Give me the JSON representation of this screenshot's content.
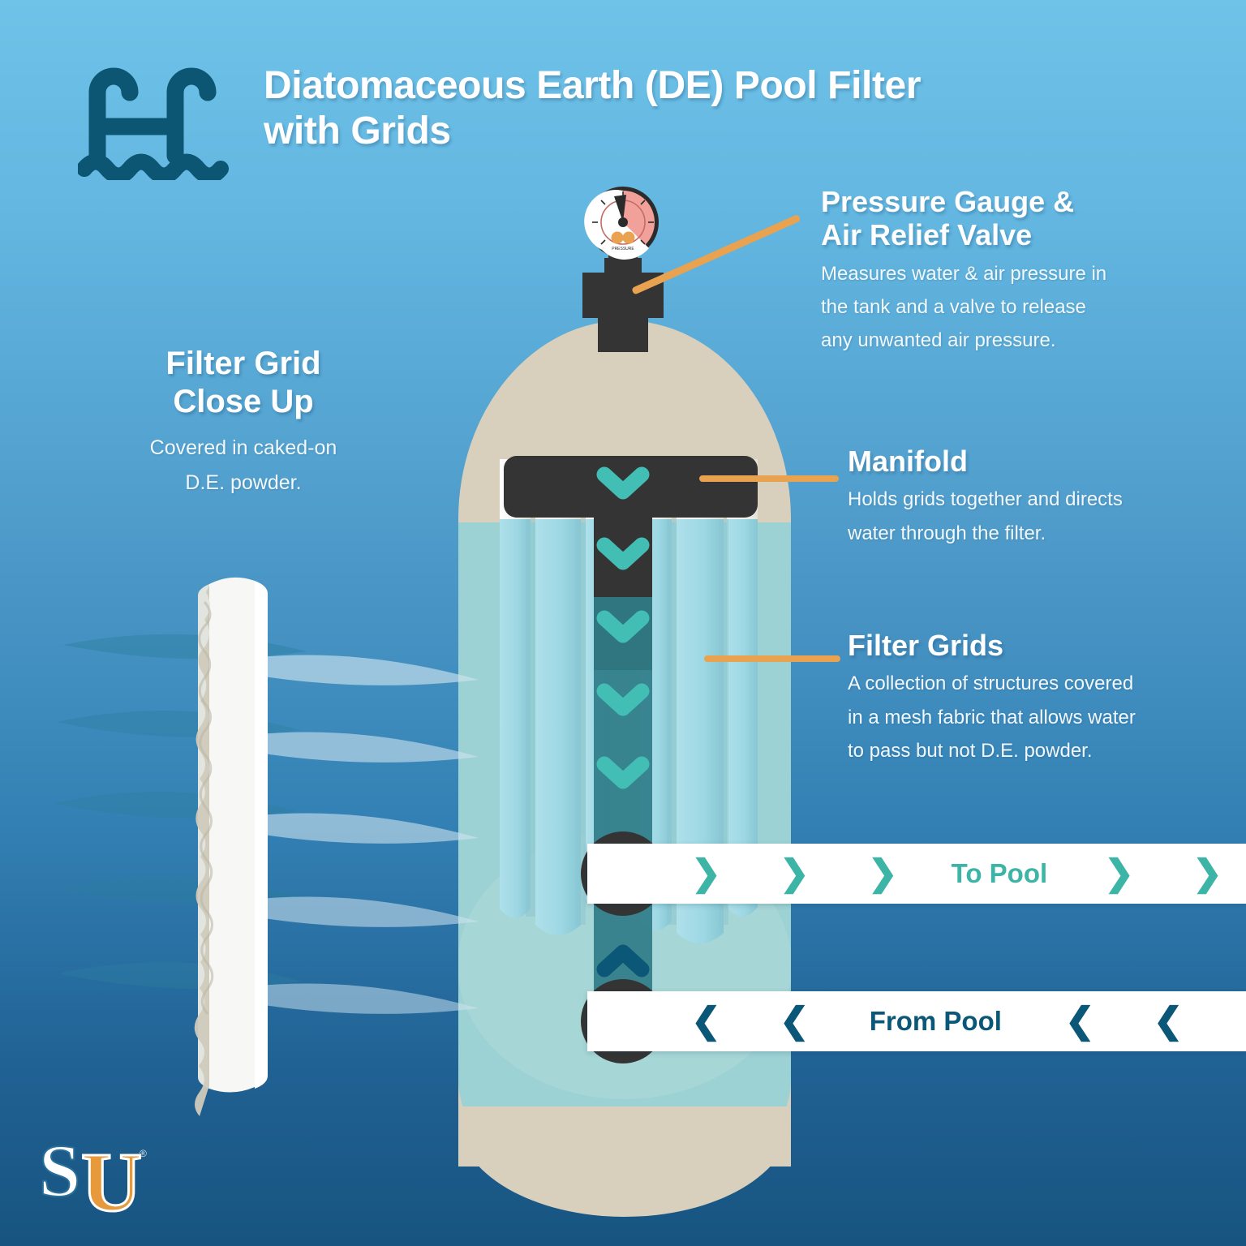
{
  "header": {
    "title_line1": "Diatomaceous Earth (DE) Pool Filter",
    "title_line2": "with Grids",
    "logo_icon": "pool-ladder-icon"
  },
  "left_panel": {
    "heading_line1": "Filter Grid",
    "heading_line2": "Close Up",
    "body_line1": "Covered in caked-on",
    "body_line2": "D.E. powder."
  },
  "callouts": [
    {
      "id": "pressure-gauge",
      "heading_line1": "Pressure Gauge &",
      "heading_line2": "Air Relief Valve",
      "body_line1": "Measures water & air pressure in",
      "body_line2": "the tank and a valve to release",
      "body_line3": "any unwanted air pressure."
    },
    {
      "id": "manifold",
      "heading_line1": "Manifold",
      "body_line1": "Holds grids together and directs",
      "body_line2": "water through the filter."
    },
    {
      "id": "filter-grids",
      "heading_line1": "Filter Grids",
      "body_line1": "A collection of structures covered",
      "body_line2": "in a mesh fabric that allows water",
      "body_line3": "to pass but not D.E. powder."
    }
  ],
  "flow": {
    "to_pool": {
      "label": "To Pool",
      "chevron": "❯",
      "direction": "right",
      "color": "#3CB4A6"
    },
    "from_pool": {
      "label": "From Pool",
      "chevron": "❮",
      "direction": "left",
      "color": "#0B5778"
    }
  },
  "gauge": {
    "dial_face_color": "#F2A09A",
    "dial_white_color": "#FFFFFF",
    "needle_color": "#2B2B2B",
    "bezel_color": "#2B2B2B",
    "neck_color": "#E8A250",
    "body_color": "#343434",
    "face_label": "PRESSURE"
  },
  "colors": {
    "background_top": "#6FC2E8",
    "background_bottom": "#175480",
    "tank_shell": "#D8D0BC",
    "water": "#8FD2DD",
    "water_dark": "#A3D5D6",
    "grid_white": "#FFFFFF",
    "grid_blue": "#9EDCE8",
    "manifold_dark": "#343434",
    "manifold_stem": "#2F7C88",
    "chevron_teal": "#43BEB4",
    "chevron_dark": "#0B5778",
    "leader_orange": "#E8A250",
    "logo_navy": "#0C5573",
    "su_orange": "#E79A3C"
  },
  "footer": {
    "logo_text_s": "S",
    "logo_text_u": "U",
    "trademark": "®"
  }
}
